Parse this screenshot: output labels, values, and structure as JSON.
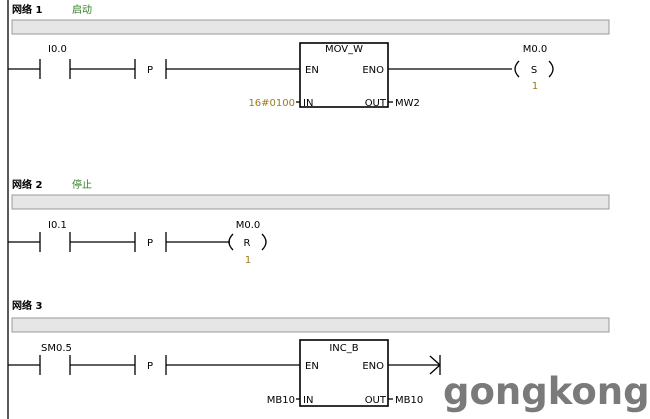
{
  "networks": [
    {
      "title": "网络 1",
      "comment": "启动",
      "contact_label": "I0.0",
      "edge_label": "P",
      "box": {
        "title": "MOV_W",
        "en": "EN",
        "eno": "ENO",
        "in_pin": "IN",
        "out_pin": "OUT",
        "in_value": "16#0100",
        "out_value": "MW2"
      },
      "coil": {
        "address": "M0.0",
        "type": "S",
        "count": "1"
      }
    },
    {
      "title": "网络 2",
      "comment": "停止",
      "contact_label": "I0.1",
      "edge_label": "P",
      "coil": {
        "address": "M0.0",
        "type": "R",
        "count": "1"
      }
    },
    {
      "title": "网络 3",
      "comment": "",
      "contact_label": "SM0.5",
      "edge_label": "P",
      "box": {
        "title": "INC_B",
        "en": "EN",
        "eno": "ENO",
        "in_pin": "IN",
        "out_pin": "OUT",
        "in_value": "MB10",
        "out_value": "MB10"
      }
    }
  ],
  "watermark": "gongkong",
  "colors": {
    "comment": "#2e7d22",
    "constant": "#9b7a1a",
    "comment_bar": "#e6e6e6",
    "watermark": "#7a7a7a"
  }
}
